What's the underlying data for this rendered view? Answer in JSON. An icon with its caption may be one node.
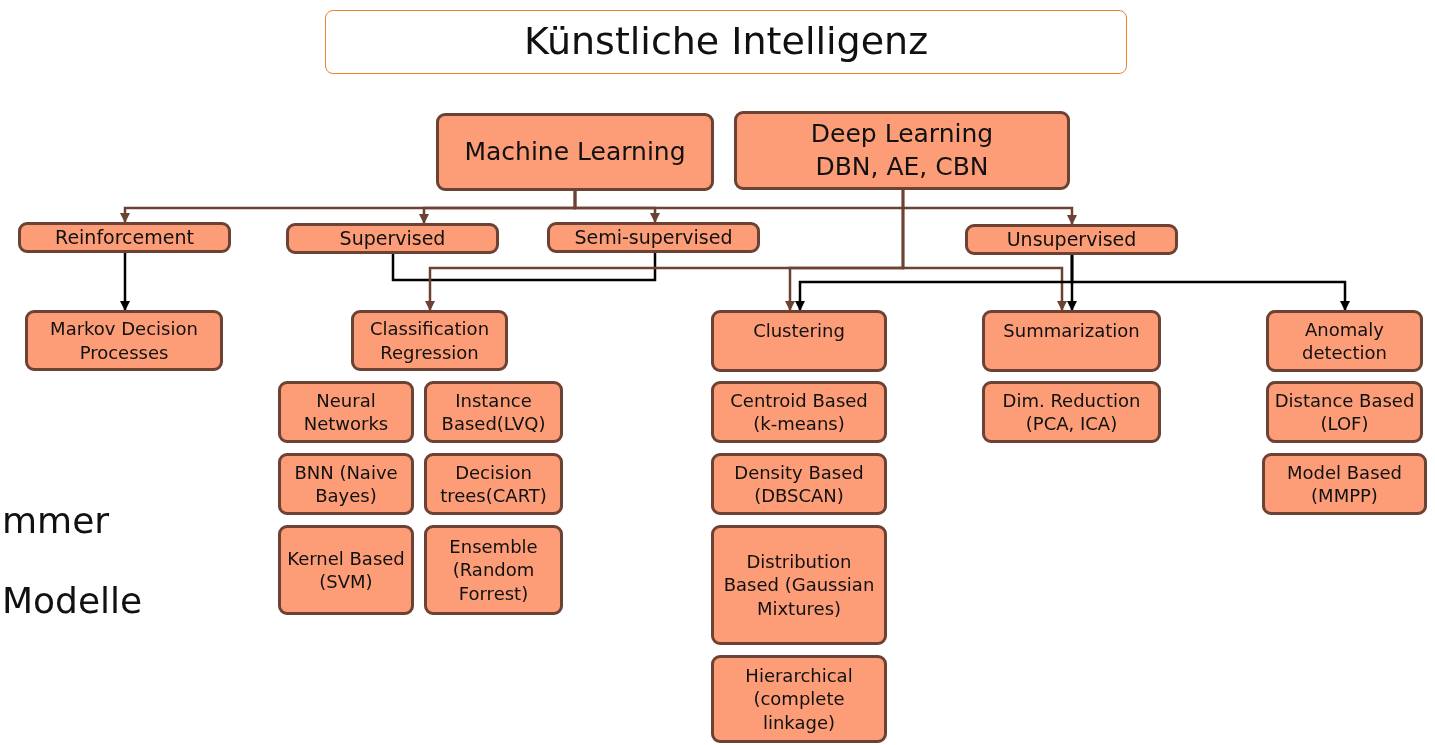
{
  "diagram": {
    "nodes": [
      {
        "text": [
          "Künstliche Intelligenz"
        ]
      },
      {
        "text": [
          "Machine Learning"
        ]
      },
      {
        "text": [
          "Deep Learning",
          "DBN, AE, CBN"
        ]
      },
      {
        "text": [
          "Reinforcement"
        ]
      },
      {
        "text": [
          "Supervised"
        ]
      },
      {
        "text": [
          "Semi-supervised"
        ]
      },
      {
        "text": [
          "Unsupervised"
        ]
      },
      {
        "text": [
          "Markov Decision Processes"
        ]
      },
      {
        "text": [
          "Classification Regression"
        ]
      },
      {
        "text": [
          "Neural Networks"
        ]
      },
      {
        "text": [
          "Instance Based(LVQ)"
        ]
      },
      {
        "text": [
          "BNN (Naive Bayes)"
        ]
      },
      {
        "text": [
          "Decision trees(CART)"
        ]
      },
      {
        "text": [
          "Kernel Based (SVM)"
        ]
      },
      {
        "text": [
          "Ensemble (Random Forrest)"
        ]
      },
      {
        "text": [
          "Clustering"
        ]
      },
      {
        "text": [
          "Centroid Based (k-means)"
        ]
      },
      {
        "text": [
          "Density Based (DBSCAN)"
        ]
      },
      {
        "text": [
          "Distribution Based (Gaussian Mixtures)"
        ]
      },
      {
        "text": [
          "Hierarchical (complete linkage)"
        ]
      },
      {
        "text": [
          "Summarization"
        ]
      },
      {
        "text": [
          "Dim. Reduction (PCA, ICA)"
        ]
      },
      {
        "text": [
          "Anomaly detection"
        ]
      },
      {
        "text": [
          "Distance Based (LOF)"
        ]
      },
      {
        "text": [
          "Model Based (MMPP)"
        ]
      }
    ],
    "edges": [
      {
        "from": 1,
        "to": 3,
        "arrow": "to"
      },
      {
        "from": 1,
        "to": 4,
        "arrow": "to"
      },
      {
        "from": 1,
        "to": 5,
        "arrow": "to"
      },
      {
        "from": 1,
        "to": 6,
        "arrow": "to"
      },
      {
        "from": 3,
        "to": 7,
        "arrow": "to",
        "color": "#000000"
      },
      {
        "from": 4,
        "to": 5,
        "arrow": "none",
        "color": "#000000"
      },
      {
        "from": 2,
        "to": 8,
        "arrow": "to"
      },
      {
        "from": 2,
        "to": 15,
        "arrow": "to"
      },
      {
        "from": 2,
        "to": 20,
        "arrow": "to"
      },
      {
        "from": 6,
        "to": 15,
        "arrow": "to",
        "color": "#000000"
      },
      {
        "from": 6,
        "to": 20,
        "arrow": "to",
        "color": "#000000"
      },
      {
        "from": 6,
        "to": 22,
        "arrow": "to",
        "color": "#000000"
      }
    ],
    "labels": [
      "mmer",
      "Modelle"
    ]
  }
}
